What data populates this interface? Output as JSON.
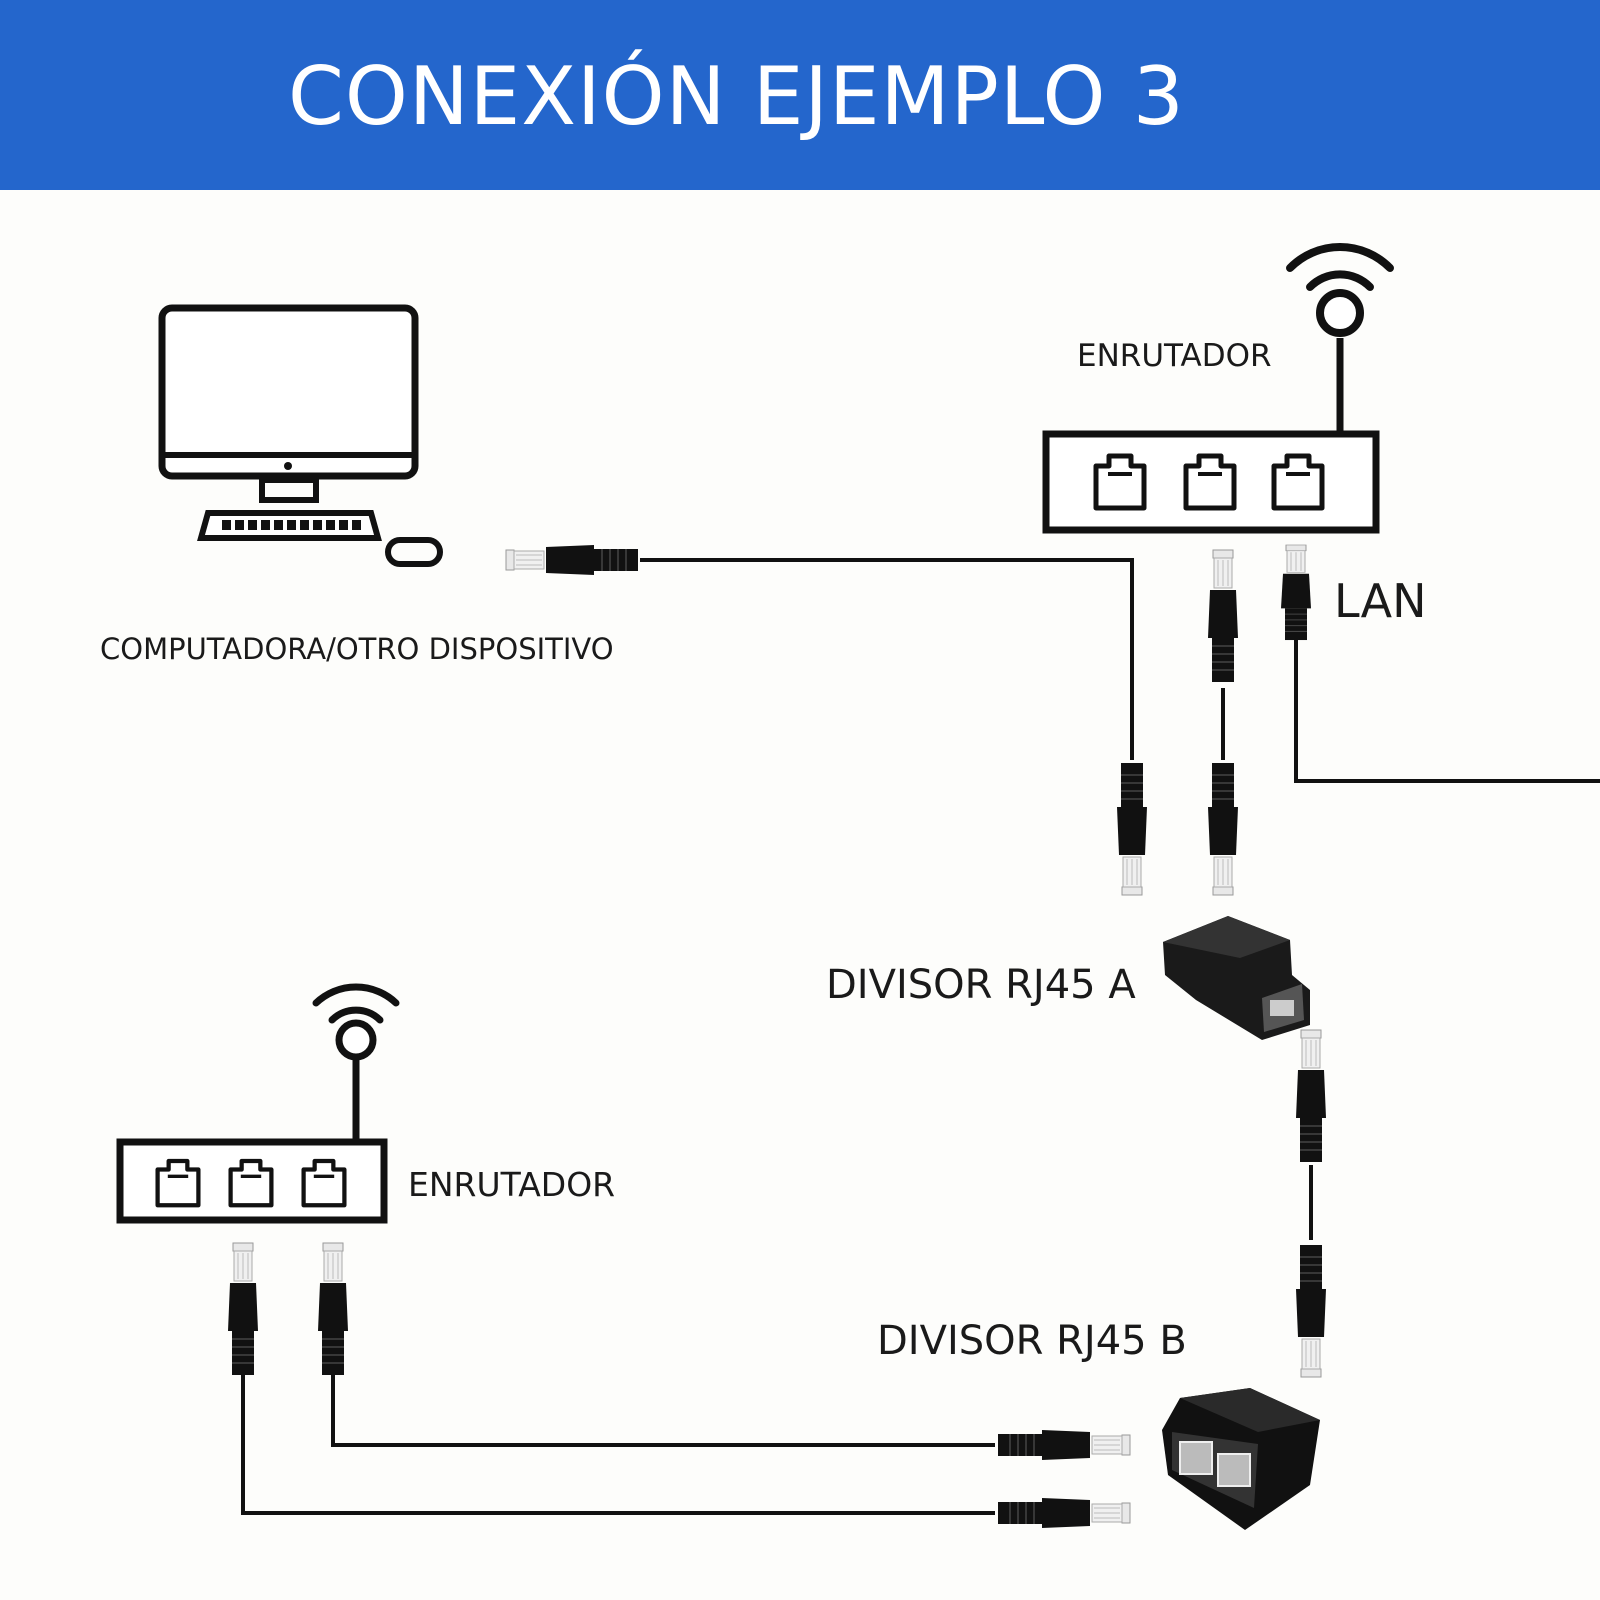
{
  "header": {
    "title": "CONEXIÓN EJEMPLO 3",
    "background": "#2466cc"
  },
  "labels": {
    "router_top": "ENRUTADOR",
    "computer": "COMPUTADORA/OTRO DISPOSITIVO",
    "lan": "LAN",
    "splitter_a": "DIVISOR RJ45 A",
    "router_bottom": "ENRUTADOR",
    "splitter_b": "DIVISOR RJ45 B"
  },
  "icons": {
    "computer": "desktop-computer-icon",
    "router": "router-icon",
    "wifi": "wifi-antenna-icon",
    "connector": "rj45-plug-icon",
    "splitter": "rj45-splitter-icon"
  }
}
